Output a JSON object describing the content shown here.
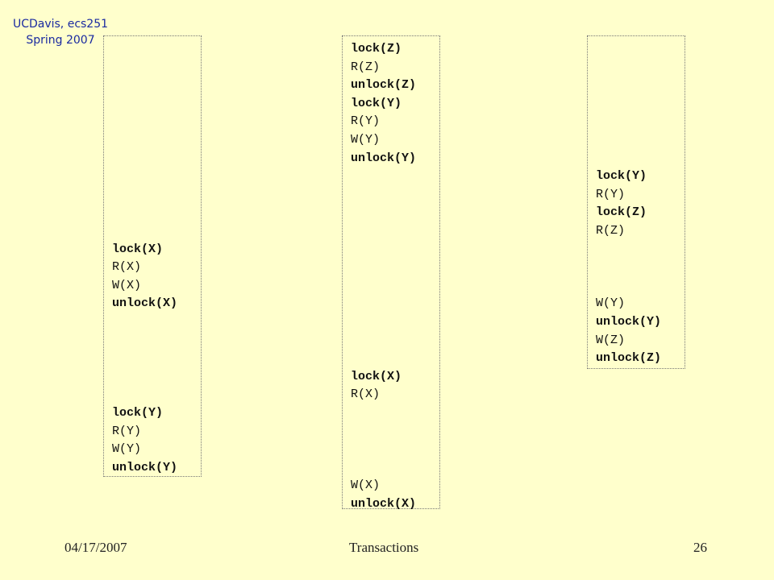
{
  "header": {
    "line1": "UCDavis, ecs251",
    "line2": "Spring 2007"
  },
  "transactions": [
    {
      "ops": [
        {
          "text": "lock(X)",
          "bold": true
        },
        {
          "text": "R(X)",
          "bold": false
        },
        {
          "text": "W(X)",
          "bold": false
        },
        {
          "text": "unlock(X)",
          "bold": true
        },
        {
          "text": "lock(Y)",
          "bold": true
        },
        {
          "text": "R(Y)",
          "bold": false
        },
        {
          "text": "W(Y)",
          "bold": false
        },
        {
          "text": "unlock(Y)",
          "bold": true
        }
      ]
    },
    {
      "ops": [
        {
          "text": "lock(Z)",
          "bold": true
        },
        {
          "text": "R(Z)",
          "bold": false
        },
        {
          "text": "unlock(Z)",
          "bold": true
        },
        {
          "text": "lock(Y)",
          "bold": true
        },
        {
          "text": "R(Y)",
          "bold": false
        },
        {
          "text": "W(Y)",
          "bold": false
        },
        {
          "text": "unlock(Y)",
          "bold": true
        },
        {
          "text": "lock(X)",
          "bold": true
        },
        {
          "text": "R(X)",
          "bold": false
        },
        {
          "text": "W(X)",
          "bold": false
        },
        {
          "text": "unlock(X)",
          "bold": true
        }
      ]
    },
    {
      "ops": [
        {
          "text": "lock(Y)",
          "bold": true
        },
        {
          "text": "R(Y)",
          "bold": false
        },
        {
          "text": "lock(Z)",
          "bold": true
        },
        {
          "text": "R(Z)",
          "bold": false
        },
        {
          "text": "W(Y)",
          "bold": false
        },
        {
          "text": "unlock(Y)",
          "bold": true
        },
        {
          "text": "W(Z)",
          "bold": false
        },
        {
          "text": "unlock(Z)",
          "bold": true
        }
      ]
    }
  ],
  "footer": {
    "date": "04/17/2007",
    "title": "Transactions",
    "page": "26"
  }
}
